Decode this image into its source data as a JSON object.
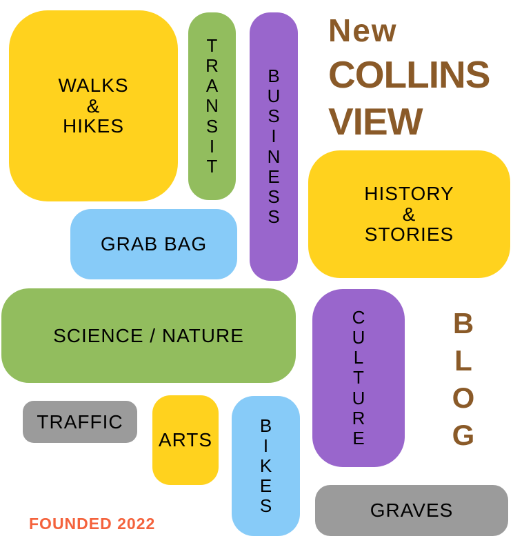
{
  "title": {
    "prefix": "New",
    "name_line1": "COLLINS",
    "name_line2": "VIEW",
    "vertical_word": "BLOG",
    "color": "#8A5A28"
  },
  "footer": {
    "founded_label": "FOUNDED 2022",
    "color": "#F4623C"
  },
  "colors": {
    "yellow": "#FFD21E",
    "green": "#92BD5E",
    "purple": "#9966CC",
    "blue": "#87CBF8",
    "gray": "#9B9B9B",
    "label_text": "#000000"
  },
  "categories": {
    "walks_hikes": {
      "label": "WALKS\n&\nHIKES",
      "color_name": "yellow"
    },
    "transit": {
      "label": "TRANSIT",
      "color_name": "green",
      "orientation": "vertical"
    },
    "business": {
      "label": "BUSINESS",
      "color_name": "purple",
      "orientation": "vertical"
    },
    "grab_bag": {
      "label": "GRAB BAG",
      "color_name": "blue"
    },
    "history_stories": {
      "label": "HISTORY\n&\nSTORIES",
      "color_name": "yellow"
    },
    "science_nature": {
      "label": "SCIENCE / NATURE",
      "color_name": "green"
    },
    "culture": {
      "label": "CULTURE",
      "color_name": "purple",
      "orientation": "vertical"
    },
    "traffic": {
      "label": "TRAFFIC",
      "color_name": "gray"
    },
    "arts": {
      "label": "ARTS",
      "color_name": "yellow"
    },
    "bikes": {
      "label": "BIKES",
      "color_name": "blue",
      "orientation": "vertical"
    },
    "graves": {
      "label": "GRAVES",
      "color_name": "gray"
    }
  }
}
